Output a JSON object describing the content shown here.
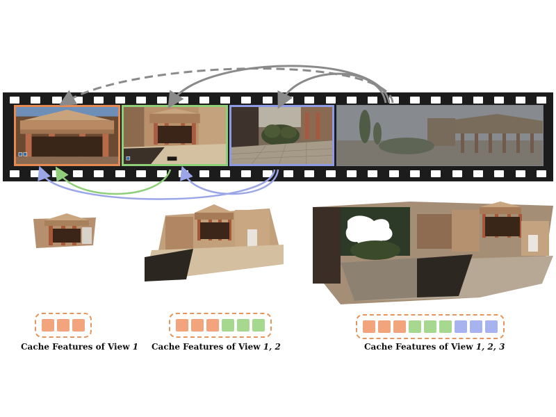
{
  "colors": {
    "view1": "#e58a52",
    "view2": "#8fcf7a",
    "view3": "#8d9be5",
    "arrow_gray": "#8a8a8a",
    "film": "#1c1c1c"
  },
  "frames": [
    {
      "view": 1,
      "color": "orange"
    },
    {
      "view": 2,
      "color": "green"
    },
    {
      "view": 3,
      "color": "blue"
    },
    {
      "view": 4,
      "color": "faded"
    }
  ],
  "caches": [
    {
      "view_label": "1",
      "tokens": [
        "orange",
        "orange",
        "orange"
      ]
    },
    {
      "view_label": "1, 2",
      "tokens": [
        "orange",
        "orange",
        "orange",
        "green",
        "green",
        "green"
      ]
    },
    {
      "view_label": "1, 2, 3",
      "tokens": [
        "orange",
        "orange",
        "orange",
        "green",
        "green",
        "green",
        "blue",
        "blue",
        "blue"
      ]
    }
  ],
  "captions": {
    "prefix": "Cache Features of View ",
    "cap1": "1",
    "cap2": "1, 2",
    "cap3": "1, 2, 3"
  }
}
